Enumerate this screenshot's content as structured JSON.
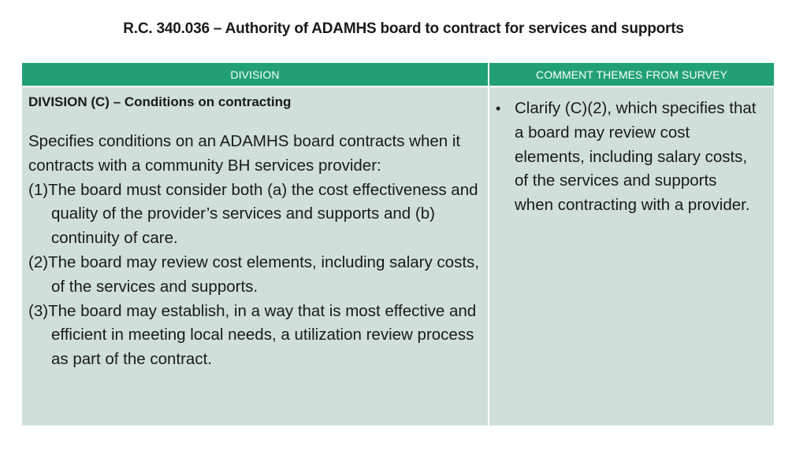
{
  "slide": {
    "title": "R.C. 340.036 – Authority of ADAMHS board to contract for services and supports"
  },
  "table": {
    "headers": {
      "division": "DIVISION",
      "themes": "COMMENT THEMES FROM SURVEY"
    },
    "division": {
      "heading": "DIVISION (C) – Conditions on contracting",
      "intro": "Specifies conditions on an ADAMHS board contracts when it contracts with a community BH services provider:",
      "conditions": [
        "(1)The board must consider both (a) the cost effectiveness and quality of the provider’s services and supports and (b) continuity of care.",
        "(2)The board may review cost elements, including salary costs, of the services and supports.",
        "(3)The board may establish, in a way that is most effective and efficient in meeting local needs, a utilization review process as part of the contract."
      ]
    },
    "themes": {
      "bullet_glyph": "•",
      "items": [
        "Clarify (C)(2), which specifies that a board may review cost elements, including salary costs, of the services and supports when contracting with a provider."
      ]
    }
  },
  "colors": {
    "header_bg": "#21a077",
    "cell_bg": "#cfe0d9"
  }
}
